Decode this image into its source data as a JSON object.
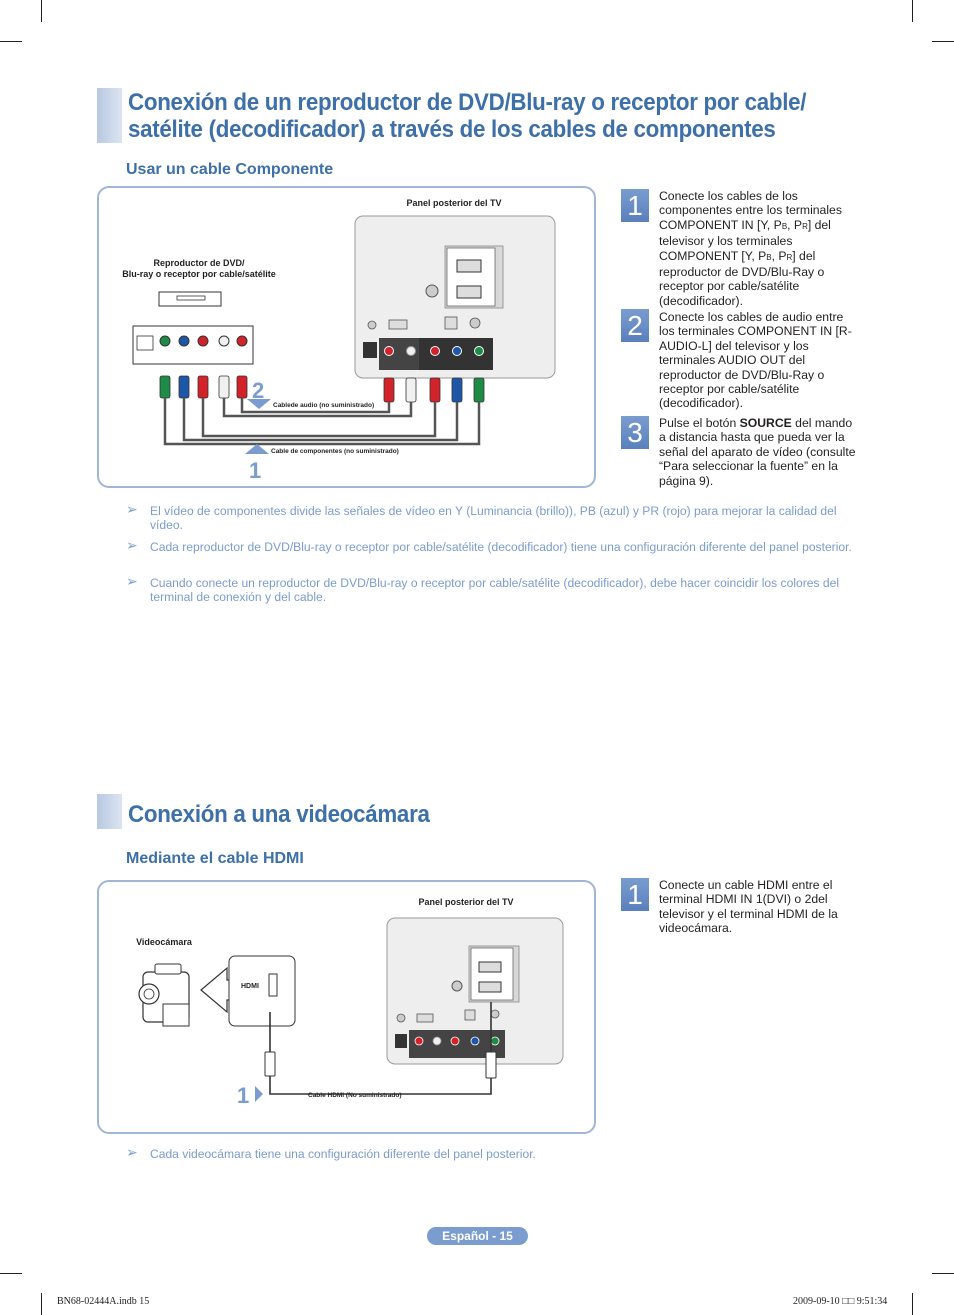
{
  "section1": {
    "title_line1": "Conexión de un reproductor de DVD/Blu-ray o receptor por cable/",
    "title_line2": "satélite (decodificador) a través de los cables de componentes",
    "subtitle": "Usar un cable Componente",
    "diagram": {
      "tv_panel_label": "Panel posterior del TV",
      "device_label_line1": "Reproductor de DVD/",
      "device_label_line2": "Blu-ray o receptor por cable/satélite",
      "audio_cable_label": "Cablede audio (no suministrado)",
      "component_cable_label": "Cable de componentes (no suministrado)",
      "marker_audio": "2",
      "marker_component": "1"
    },
    "steps": [
      {
        "num": "1",
        "text_html": "Conecte los cables de los componentes entre los terminales COMPONENT IN [Y, P<span style='font-size:8px'>B</span>, P<span style='font-size:8px'>R</span>] del televisor y los terminales COMPONENT [Y, P<span style='font-size:8px'>B</span>, P<span style='font-size:8px'>R</span>] del reproductor de DVD/Blu-Ray o receptor por cable/satélite (decodificador)."
      },
      {
        "num": "2",
        "text_html": "Conecte los cables de audio entre los terminales COMPONENT IN [R-AUDIO-L] del televisor y los terminales AUDIO OUT del reproductor de DVD/Blu-Ray o receptor por cable/satélite (decodificador)."
      },
      {
        "num": "3",
        "text_html": "Pulse el botón <b>SOURCE</b> del mando a distancia hasta que pueda ver la señal del aparato de vídeo (consulte “Para seleccionar la fuente” en la página 9)."
      }
    ],
    "notes": [
      "El vídeo de componentes divide las señales de vídeo en Y (Luminancia (brillo)), PB (azul) y PR (rojo) para mejorar la calidad del vídeo.",
      "Cada reproductor de DVD/Blu-ray o receptor por cable/satélite (decodificador) tiene una configuración diferente del panel posterior.",
      "Cuando conecte un reproductor de DVD/Blu-ray o receptor por cable/satélite (decodificador), debe hacer coincidir los colores del terminal de conexión y del cable."
    ],
    "step_strings": [
      "Conecte los cables de los componentes entre los terminales COMPONENT IN [Y, PB, PR] del televisor y los terminales COMPONENT [Y, PB, PR] del reproductor de DVD/Blu-Ray o receptor por cable/satélite (decodificador).",
      "Conecte los cables de audio entre los terminales COMPONENT IN [R-AUDIO-L] del televisor y los terminales AUDIO OUT del reproductor de DVD/Blu-Ray o receptor por cable/satélite (decodificador).",
      "Pulse el botón SOURCE del mando a distancia hasta que pueda ver la señal del aparato de vídeo (consulte “Para seleccionar la fuente” en la página 9)."
    ]
  },
  "section2": {
    "title": "Conexión a una videocámara",
    "subtitle": "Mediante el cable HDMI",
    "diagram": {
      "tv_panel_label": "Panel posterior del TV",
      "device_label": "Videocámara",
      "port_label": "HDMI",
      "cable_label": "Cable HDMI (No suministrado)",
      "marker": "1"
    },
    "steps": [
      {
        "num": "1",
        "text": "Conecte un cable HDMI entre el terminal HDMI IN 1(DVI) o 2del televisor y el terminal HDMI de la videocámara."
      }
    ],
    "notes": [
      "Cada videocámara tiene una configuración diferente del panel posterior."
    ]
  },
  "footer": {
    "page_label": "Español - 15",
    "file_info": "BN68-02444A.indb   15",
    "timestamp": "2009-09-10   □□ 9:51:34"
  },
  "colors": {
    "accent": "#3d6fa8",
    "note": "#7a9ccf",
    "panel_border": "#9fb6d6",
    "jack_green": "#1e8c46",
    "jack_blue": "#1f57a8",
    "jack_red": "#d2232a",
    "jack_white": "#f0f0f0"
  }
}
